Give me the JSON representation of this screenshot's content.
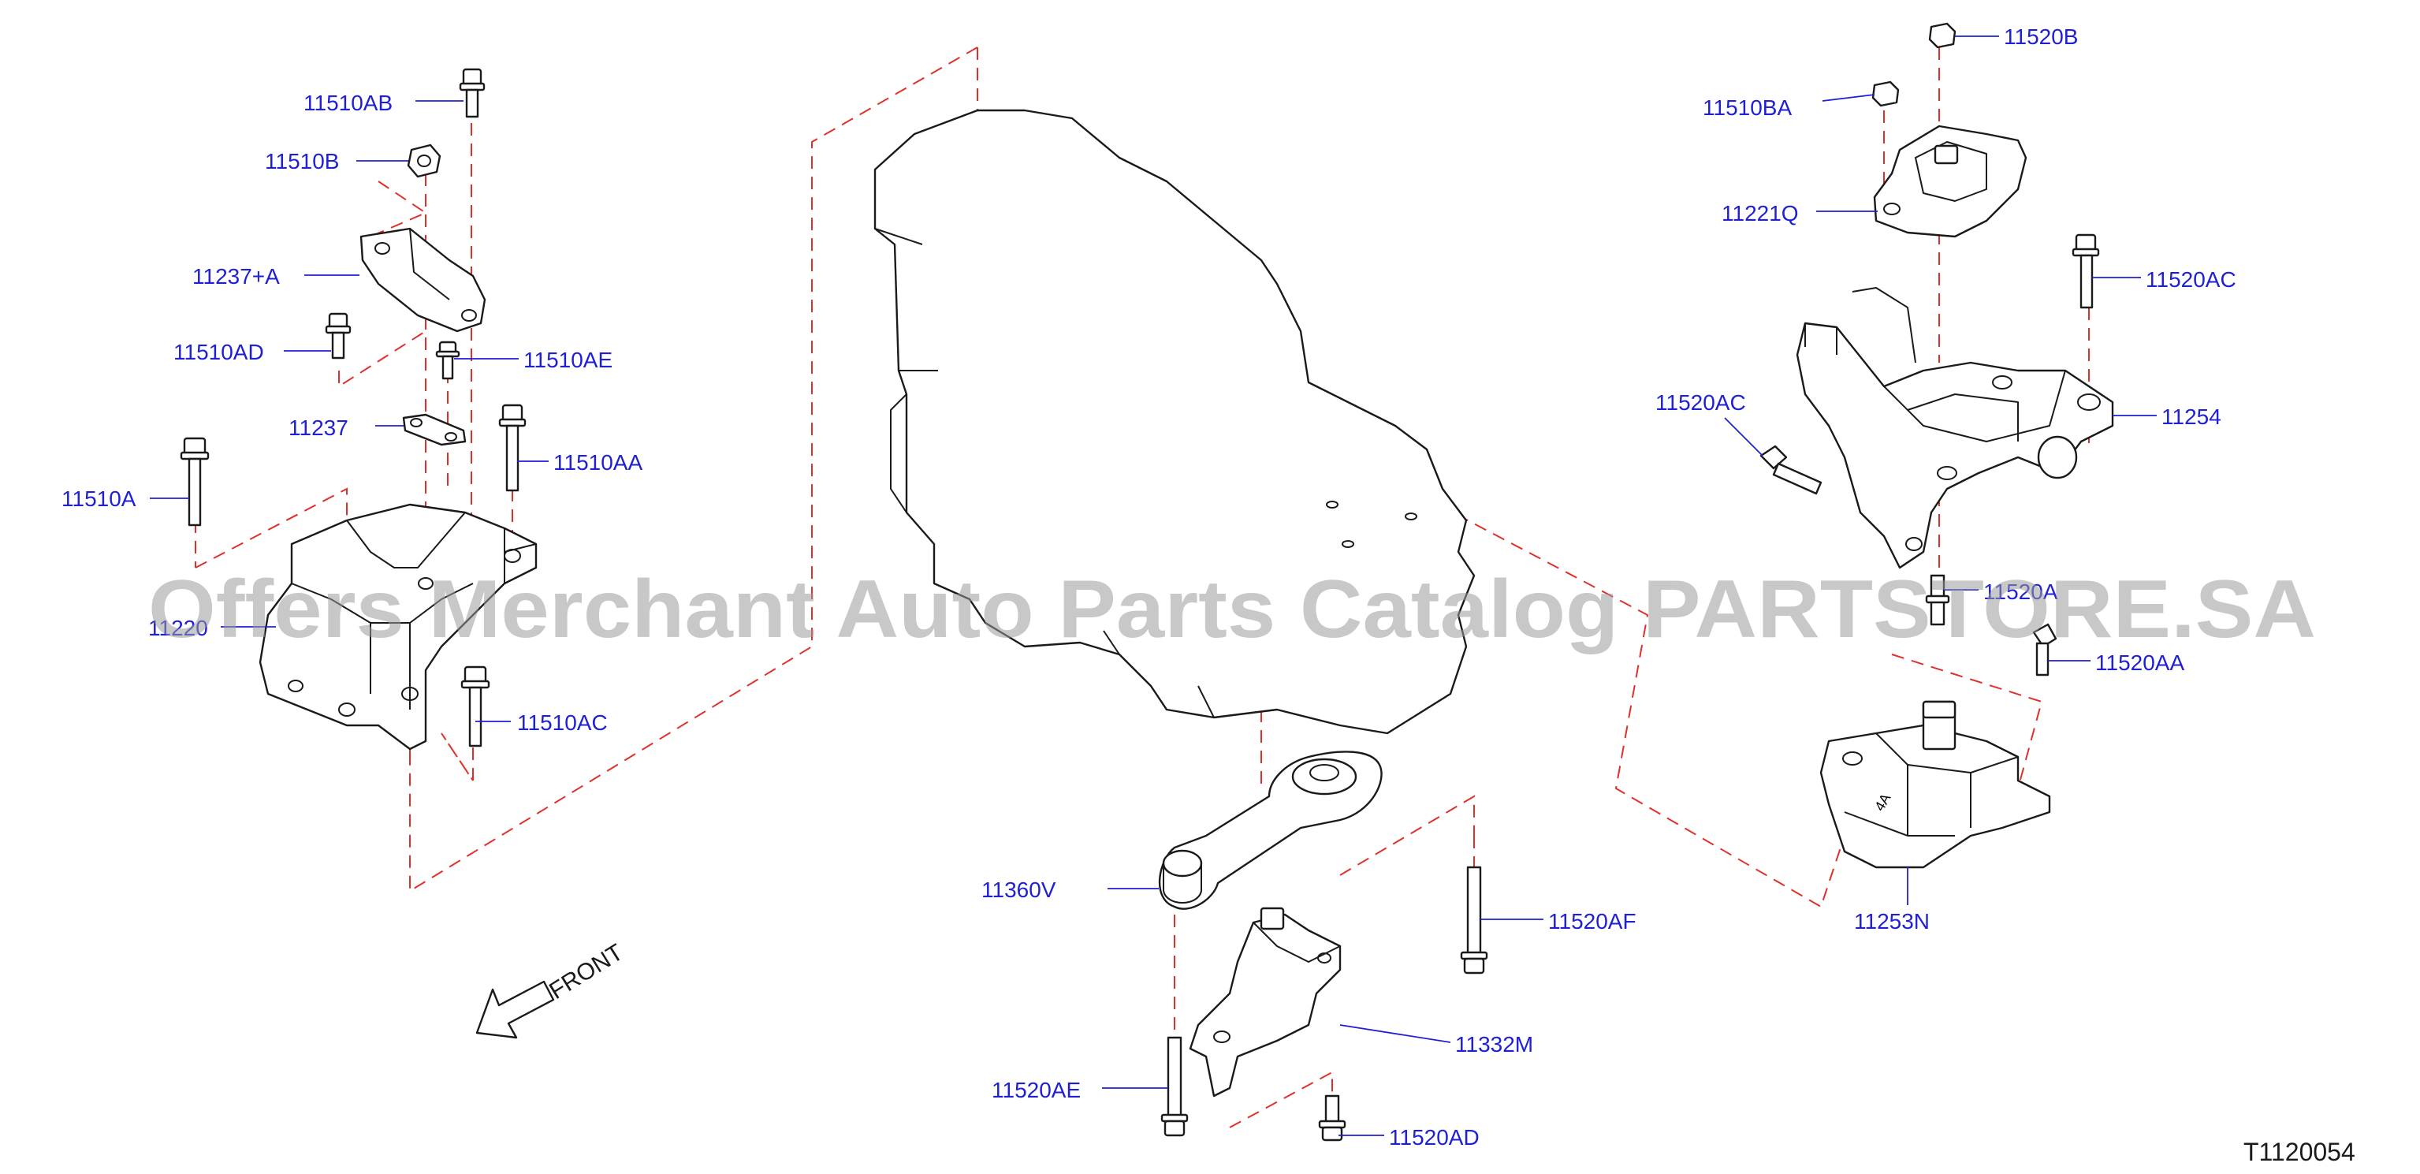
{
  "colors": {
    "label": "#1f1fd6",
    "leader": "#1f1fd6",
    "dash": "#e0302a",
    "line": "#1a1a1a",
    "watermark": "#9a9a9a"
  },
  "labels": {
    "p11510AB": "11510AB",
    "p11510B": "11510B",
    "p11237A": "11237+A",
    "p11510AD": "11510AD",
    "p11510AE": "11510AE",
    "p11237": "11237",
    "p11510AA": "11510AA",
    "p11510A": "11510A",
    "p11220": "11220",
    "p11510AC": "11510AC",
    "p11360V": "11360V",
    "p11520AE": "11520AE",
    "p11332M": "11332M",
    "p11520AD": "11520AD",
    "p11520AF": "11520AF",
    "p11520B": "11520B",
    "p11510BA": "11510BA",
    "p11221Q": "11221Q",
    "p11520AC_top": "11520AC",
    "p11520AC_left": "11520AC",
    "p11254": "11254",
    "p11520A": "11520A",
    "p11520AA": "11520AA",
    "p11253N": "11253N"
  },
  "front_label": "FRONT",
  "diagram_code": "T1120054",
  "watermark": "Offers Merchant Auto Parts Catalog PARTSTORE.SA",
  "icons": {
    "front_arrow": "arrow-down-left-icon"
  }
}
